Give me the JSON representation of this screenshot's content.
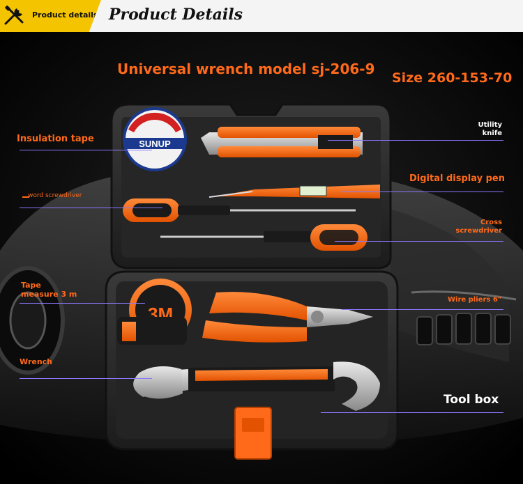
{
  "header": {
    "badge_label": "Product details",
    "title": "Product Details"
  },
  "titles": {
    "model": "Universal wrench model sj-206-9",
    "size": "Size 260-153-70"
  },
  "labels": {
    "insulation_tape": "Insulation tape",
    "word_screwdriver": "word screwdriver",
    "tape_measure_line1": "Tape",
    "tape_measure_line2": "measure 3 m",
    "wrench": "Wrench",
    "utility_knife_line1": "Utility",
    "utility_knife_line2": "knife",
    "digital_pen": "Digital display pen",
    "cross_screwdriver_line1": "Cross",
    "cross_screwdriver_line2": "screwdriver",
    "wire_pliers": "Wire pliers 6\"",
    "tool_box": "Tool box"
  },
  "product_text": {
    "tape_brand": "SUNUP",
    "tape_measure_brand": "3M"
  },
  "colors": {
    "accent": "#ff6a1a",
    "badge": "#f5c400",
    "leader_line": "#8a79ff",
    "case": "#2b2b2b"
  }
}
